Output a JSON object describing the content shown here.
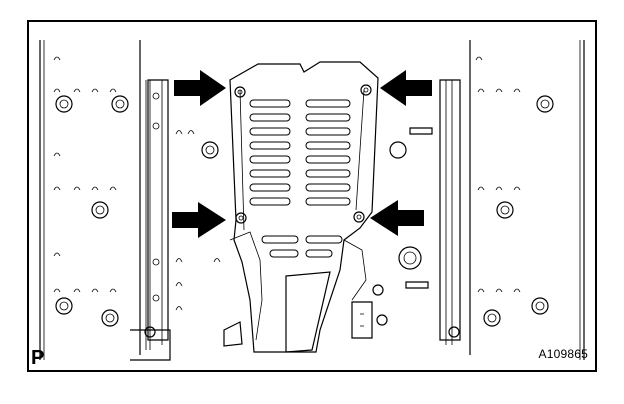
{
  "diagram": {
    "view_letter": "P",
    "reference_code": "A109865",
    "callouts": [
      {
        "name": "arrow-upper-left",
        "direction": "right"
      },
      {
        "name": "arrow-upper-right",
        "direction": "left"
      },
      {
        "name": "arrow-lower-left",
        "direction": "right"
      },
      {
        "name": "arrow-lower-right",
        "direction": "left"
      }
    ],
    "colors": {
      "line": "#000000",
      "background": "#ffffff"
    }
  }
}
